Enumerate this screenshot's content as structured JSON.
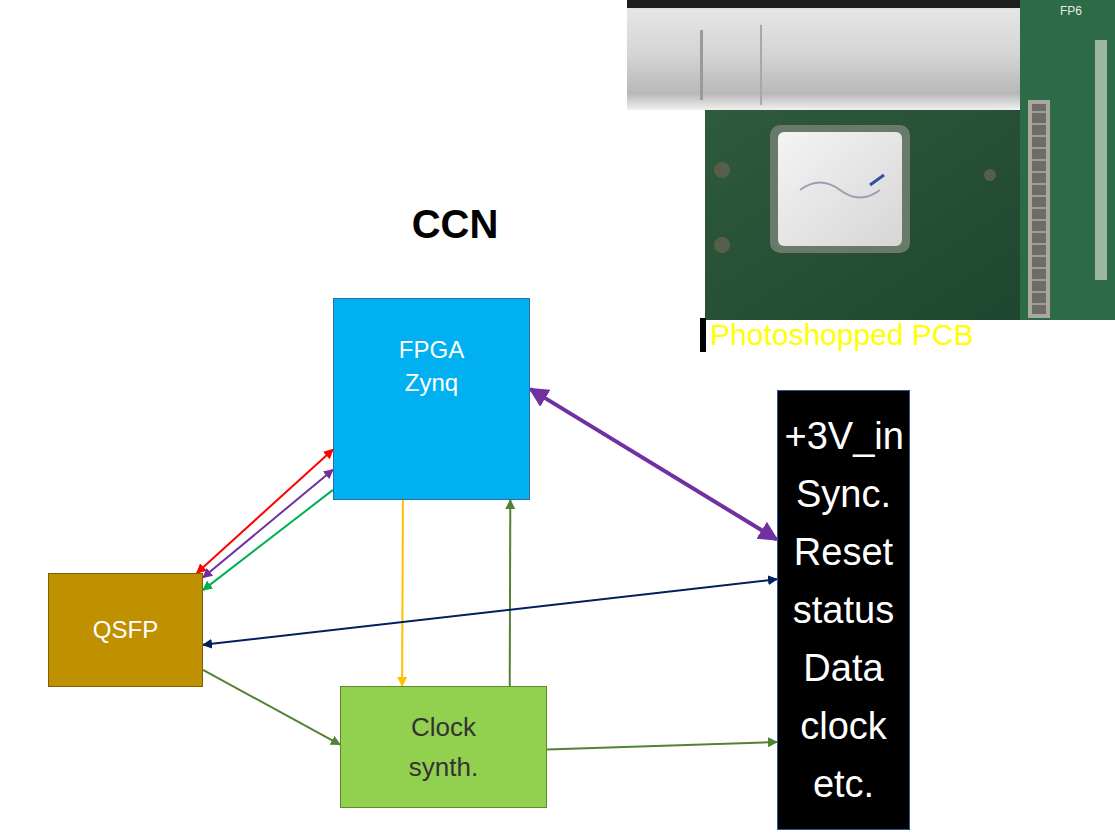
{
  "diagram": {
    "title": "CCN",
    "nodes": [
      {
        "text": [
          "FPGA Zynq"
        ]
      },
      {
        "text": [
          "QSFP"
        ]
      },
      {
        "text": [
          "Clock synth."
        ]
      },
      {
        "text": [
          "+3V_in Sync. Reset status Data clock etc."
        ]
      }
    ],
    "edges": [
      {
        "from": 0,
        "to": 1,
        "arrow": "both"
      },
      {
        "from": 0,
        "to": 1,
        "arrow": "both"
      },
      {
        "from": 0,
        "to": 1,
        "arrow": "to"
      },
      {
        "from": 0,
        "to": 3,
        "arrow": "both"
      },
      {
        "from": 0,
        "to": 2,
        "arrow": "to"
      },
      {
        "from": 2,
        "to": 0,
        "arrow": "to"
      },
      {
        "from": 1,
        "to": 3,
        "arrow": "both"
      },
      {
        "from": 1,
        "to": 2,
        "arrow": "to"
      },
      {
        "from": 2,
        "to": 3,
        "arrow": "to"
      }
    ],
    "labels": [
      "Photoshopped PCB",
      "FP6"
    ]
  }
}
